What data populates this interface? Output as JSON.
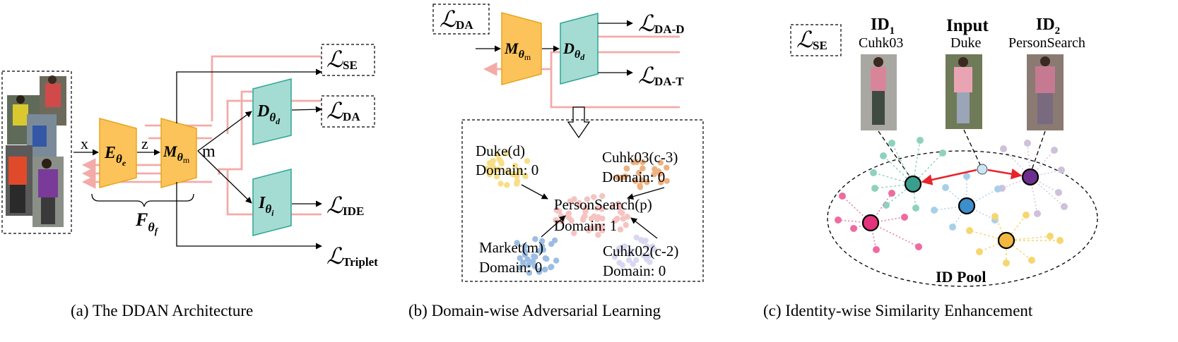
{
  "panel_a": {
    "caption": "(a)  The DDAN Architecture",
    "input_x": "x",
    "input_z": "z",
    "input_m": "m",
    "encoder": {
      "letter": "E",
      "sub": "θ",
      "subsub": "e"
    },
    "mapper": {
      "letter": "M",
      "sub": "θ",
      "subsub": "m"
    },
    "discriminator": {
      "letter": "D",
      "sub": "θ",
      "subsub": "d"
    },
    "identifier": {
      "letter": "I",
      "sub": "θ",
      "subsub": "i"
    },
    "brace": {
      "letter": "F",
      "sub": "θ",
      "subsub": "f"
    },
    "losses": [
      {
        "symbol": "ℒ",
        "sub": "SE"
      },
      {
        "symbol": "ℒ",
        "sub": "DA"
      },
      {
        "symbol": "ℒ",
        "sub": "IDE"
      },
      {
        "symbol": "ℒ",
        "sub": "Triplet"
      }
    ]
  },
  "panel_b": {
    "caption": "(b)  Domain-wise Adversarial Learning",
    "loss_boxed": {
      "symbol": "ℒ",
      "sub": "DA"
    },
    "loss_d": {
      "symbol": "ℒ",
      "sub": "DA-D"
    },
    "loss_t": {
      "symbol": "ℒ",
      "sub": "DA-T"
    },
    "mapper": {
      "letter": "M",
      "sub": "θ",
      "subsub": "m"
    },
    "discriminator": {
      "letter": "D",
      "sub": "θ",
      "subsub": "d"
    },
    "domains": [
      {
        "name": "Duke(d)",
        "domain": "Domain: 0"
      },
      {
        "name": "Cuhk03(c-3)",
        "domain": "Domain: 0"
      },
      {
        "name": "PersonSearch(p)",
        "domain": "Domain: 1"
      },
      {
        "name": "Market(m)",
        "domain": "Domain: 0"
      },
      {
        "name": "Cuhk02(c-2)",
        "domain": "Domain: 0"
      }
    ]
  },
  "panel_c": {
    "caption": "(c)  Identity-wise Similarity Enhancement",
    "loss_boxed": {
      "symbol": "ℒ",
      "sub": "SE"
    },
    "id1": {
      "title": "ID",
      "sub": "1",
      "dataset": "Cuhk03"
    },
    "input": {
      "title": "Input",
      "dataset": "Duke"
    },
    "id2": {
      "title": "ID",
      "sub": "2",
      "dataset": "PersonSearch"
    },
    "pool_label": "ID Pool"
  },
  "colors": {
    "encoder_fill": "#fcc35a",
    "encoder_stroke": "#e7a51f",
    "disc_fill": "#a4dcd4",
    "disc_stroke": "#2fa592",
    "pink_line": "#f3aba8",
    "red_edge": "#e8232a",
    "teal_node": "#3a9e8e",
    "blue_node": "#3c8fcb",
    "pink_node": "#e3337a",
    "purple_node": "#6c2f8e",
    "gold_node": "#f2b840"
  }
}
